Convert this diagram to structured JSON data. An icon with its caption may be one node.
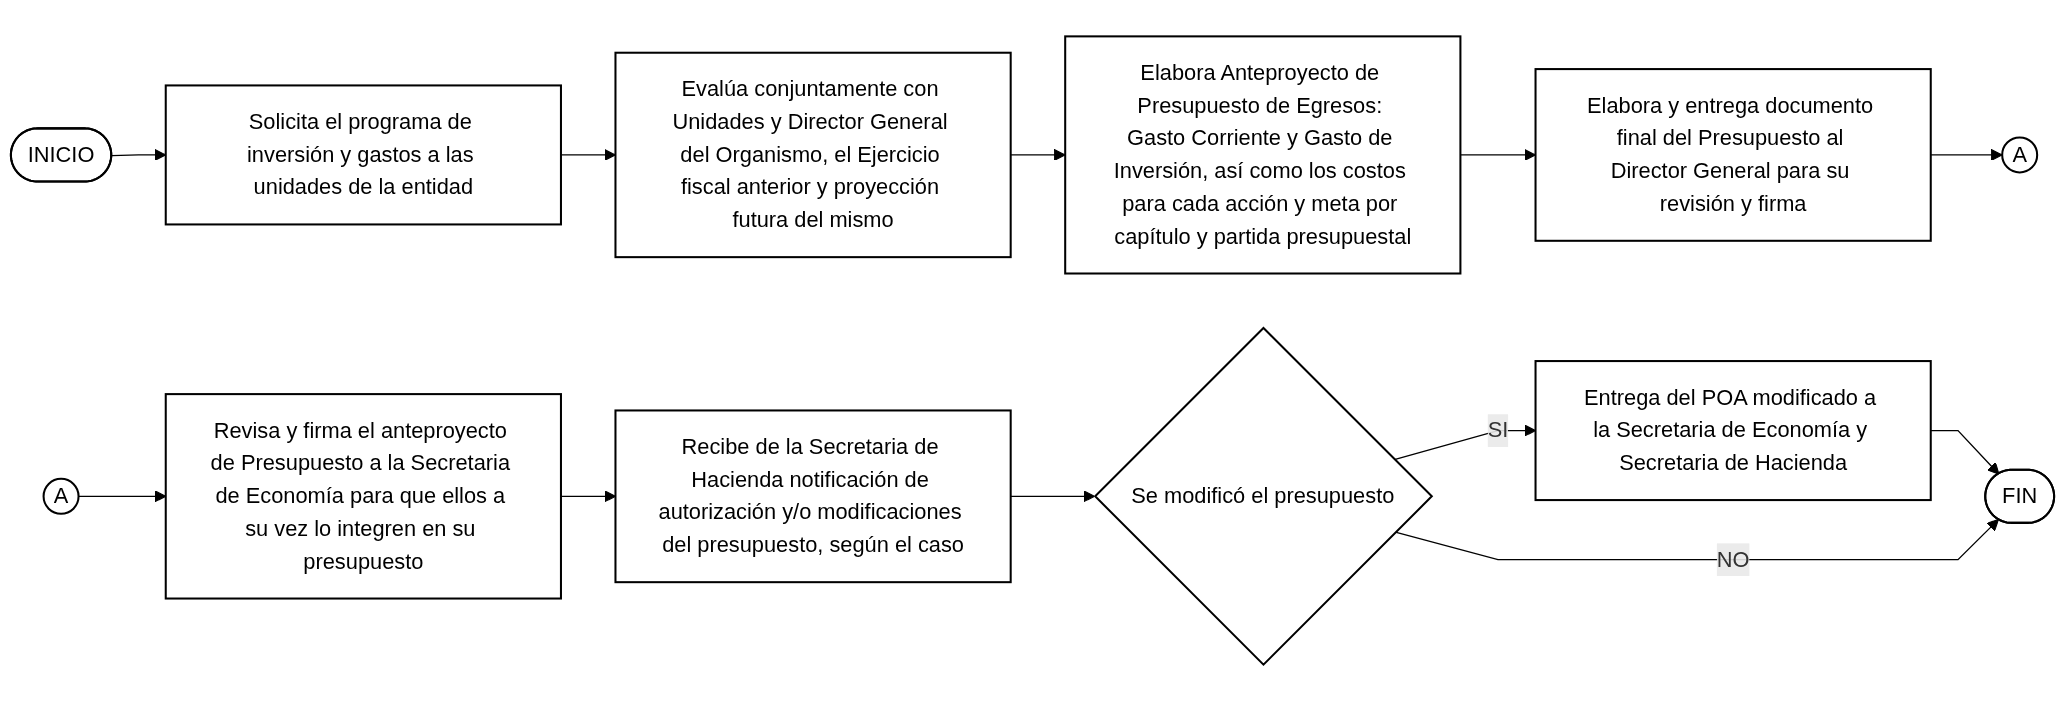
{
  "diagram": {
    "nodes": [
      {
        "text": [
          "INICIO"
        ]
      },
      {
        "text": [
          "Solicita el programa de inversión y gastos a las unidades de la entidad"
        ]
      },
      {
        "text": [
          "Evalúa conjuntamente con Unidades y Director General del Organismo, el Ejercicio fiscal anterior y proyección futura del mismo"
        ]
      },
      {
        "text": [
          "Elabora Anteproyecto de Presupuesto de Egresos: Gasto Corriente y Gasto de Inversión, así como los costos para cada acción y meta por capítulo y partida presupuestal"
        ]
      },
      {
        "text": [
          "Elabora y entrega documento final del Presupuesto al Director General para su revisión y firma"
        ]
      },
      {
        "text": [
          "A"
        ]
      },
      {
        "text": [
          "A"
        ]
      },
      {
        "text": [
          "Revisa y firma el anteproyecto de Presupuesto a la Secretaria de Economía para que ellos a su vez lo integren en su presupuesto"
        ]
      },
      {
        "text": [
          "Recibe de la Secretaria de Hacienda notificación de autorización y/o modificaciones del presupuesto, según el caso"
        ]
      },
      {
        "text": [
          "Se modificó el presupuesto"
        ]
      },
      {
        "text": [
          "Entrega del POA modificado a la Secretaria de Economía y Secretaria de Hacienda"
        ]
      },
      {
        "text": [
          "FIN"
        ]
      }
    ],
    "edges": [
      {
        "from": 0,
        "to": 1,
        "arrow": "to"
      },
      {
        "from": 1,
        "to": 2,
        "arrow": "to"
      },
      {
        "from": 2,
        "to": 3,
        "arrow": "to"
      },
      {
        "from": 3,
        "to": 4,
        "arrow": "to"
      },
      {
        "from": 4,
        "to": 5,
        "arrow": "to"
      },
      {
        "from": 6,
        "to": 7,
        "arrow": "to"
      },
      {
        "from": 7,
        "to": 8,
        "arrow": "to"
      },
      {
        "from": 8,
        "to": 9,
        "arrow": "to"
      },
      {
        "from": 9,
        "to": 10,
        "label": "SI",
        "arrow": "to"
      },
      {
        "from": 10,
        "to": 11,
        "arrow": "to"
      },
      {
        "from": 9,
        "to": 11,
        "label": "NO",
        "arrow": "to"
      }
    ]
  }
}
